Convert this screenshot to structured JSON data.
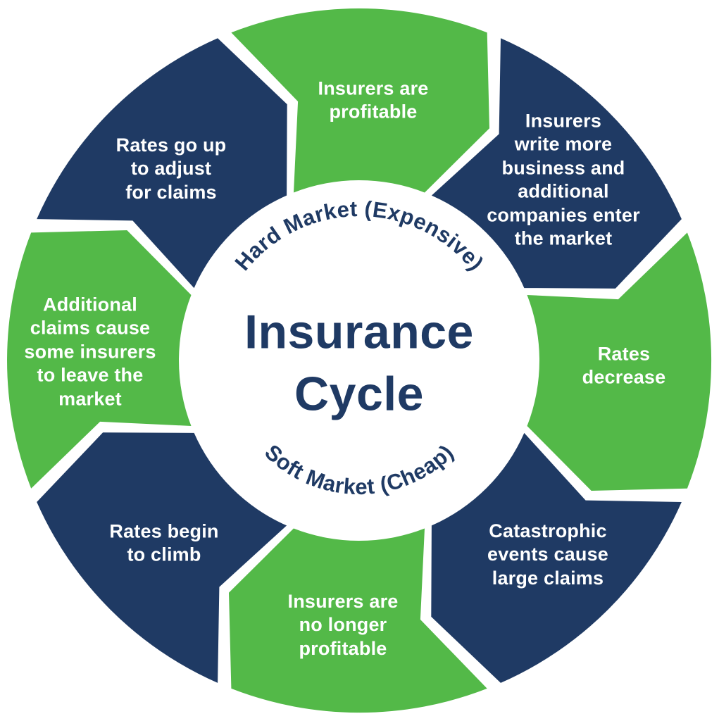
{
  "diagram": {
    "title": "Insurance\nCycle",
    "hard_market_label": "Hard Market (Expensive)",
    "soft_market_label": "Soft Market (Cheap)"
  },
  "colors": {
    "green": "#53b948",
    "navy": "#1f3a64",
    "label_text": "#ffffff",
    "center_text": "#1f3a64",
    "background": "#ffffff"
  },
  "cycle_direction": "clockwise",
  "segments": [
    {
      "id": "insurers-profitable",
      "color": "green",
      "label": "Insurers are\nprofitable"
    },
    {
      "id": "insurers-write-more",
      "color": "navy",
      "label": "Insurers\nwrite more\nbusiness and\nadditional\ncompanies enter\nthe market"
    },
    {
      "id": "rates-decrease",
      "color": "green",
      "label": "Rates\ndecrease"
    },
    {
      "id": "catastrophic-events",
      "color": "navy",
      "label": "Catastrophic\nevents cause\nlarge claims"
    },
    {
      "id": "insurers-no-longer-profitable",
      "color": "green",
      "label": "Insurers are\nno longer\nprofitable"
    },
    {
      "id": "rates-begin-to-climb",
      "color": "navy",
      "label": "Rates begin\nto climb"
    },
    {
      "id": "additional-claims-leave",
      "color": "green",
      "label": "Additional\nclaims cause\nsome insurers\nto leave the\nmarket"
    },
    {
      "id": "rates-go-up",
      "color": "navy",
      "label": "Rates go up\nto adjust\nfor claims"
    }
  ]
}
